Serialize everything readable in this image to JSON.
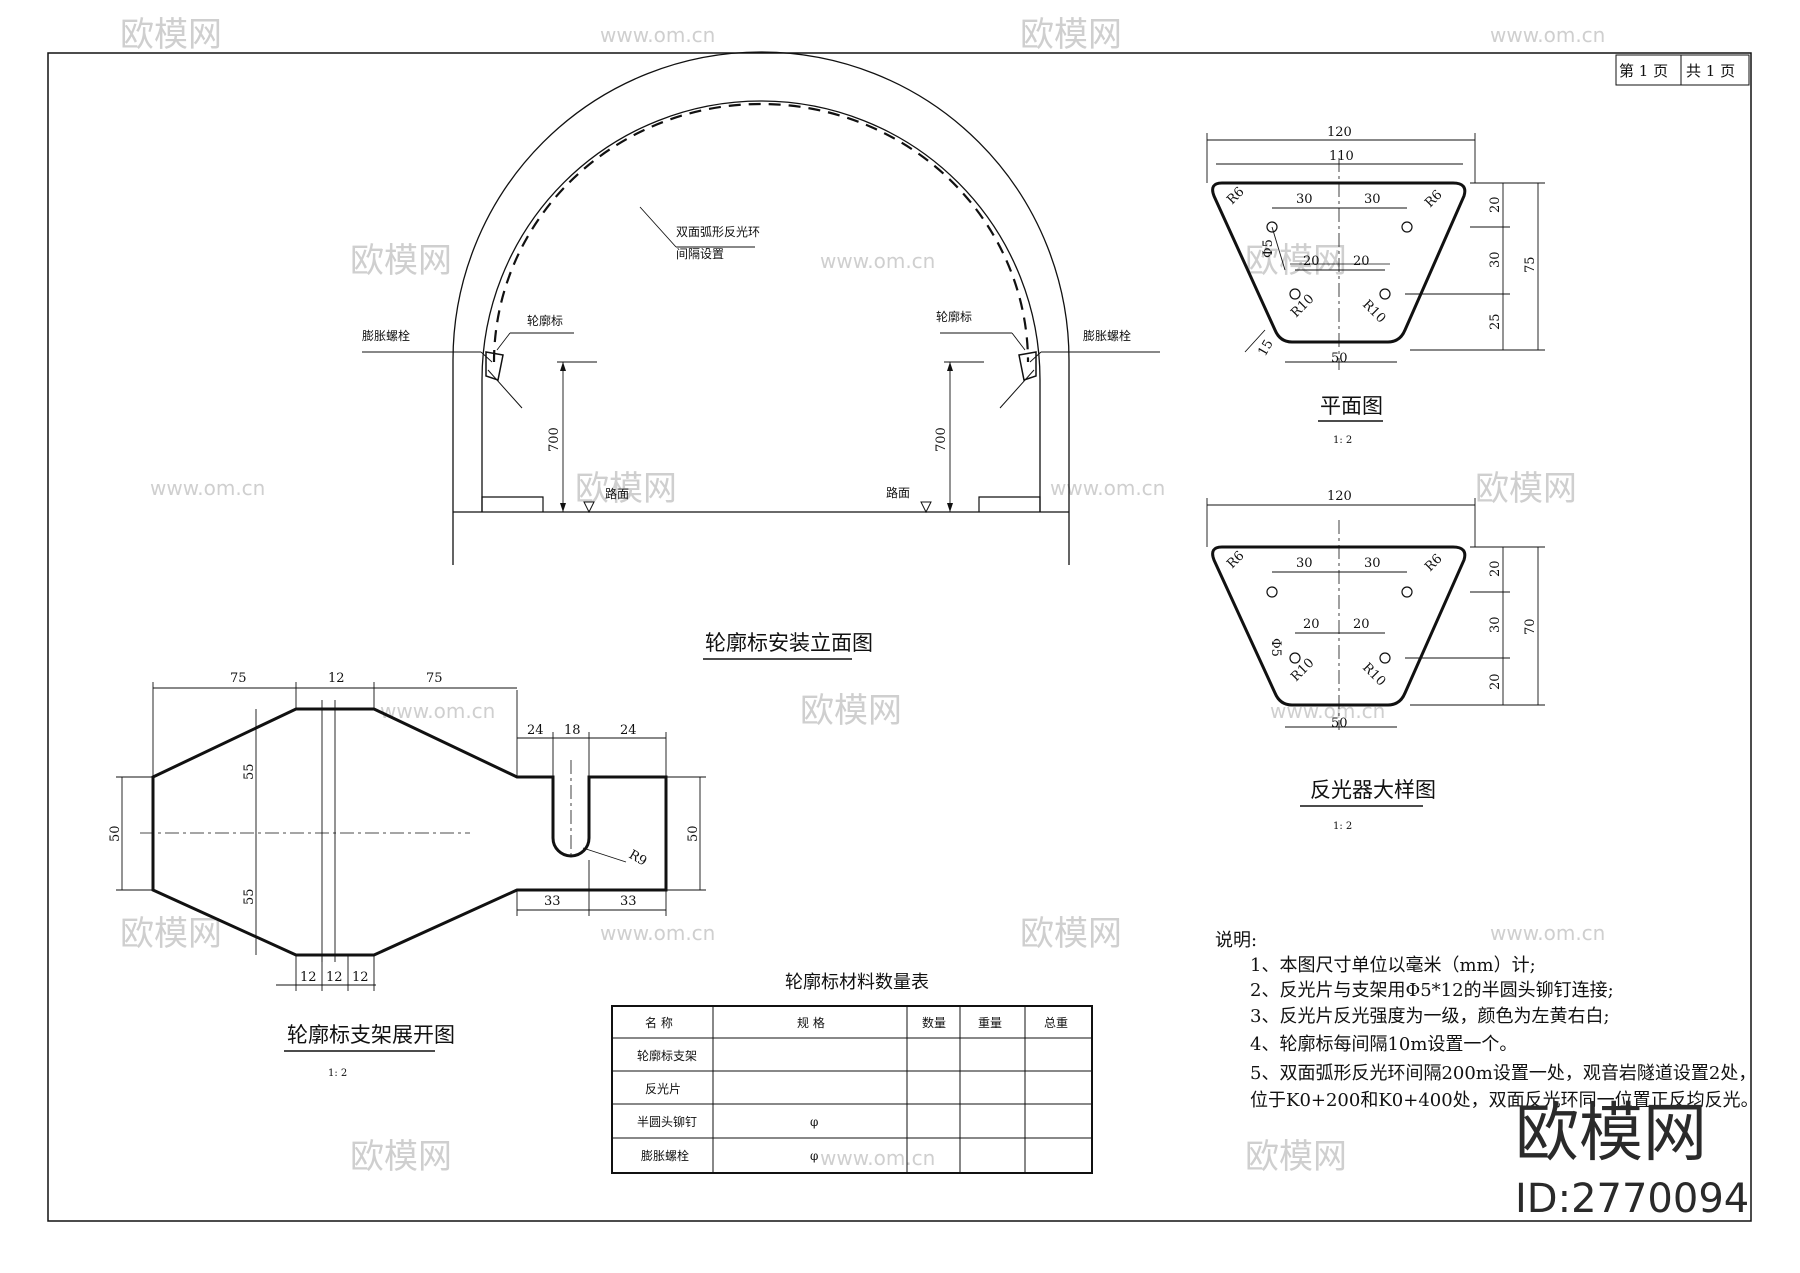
{
  "page": {
    "current": "第 1 页",
    "total": "共 1 页"
  },
  "elevation": {
    "title": "轮廓标安装立面图",
    "ring_label_1": "双面弧形反光环",
    "ring_label_2": "间隔设置",
    "marker_label": "轮廓标",
    "bolt_label": "膨胀螺栓",
    "road_label": "路面",
    "height": "700"
  },
  "plan": {
    "title": "平面图",
    "scale": "1: 2",
    "dims": {
      "top_outer": "120",
      "top_inner": "110",
      "half": "30",
      "inner": "20",
      "bottom": "50",
      "h1": "20",
      "h2": "30",
      "h3": "25",
      "h_total": "75",
      "r6": "R6",
      "r10": "R10",
      "phi5": "Φ5",
      "fifteen": "15"
    }
  },
  "reflector": {
    "title": "反光器大样图",
    "scale": "1: 2",
    "dims": {
      "top": "120",
      "half": "30",
      "inner": "20",
      "bottom": "50",
      "h1": "20",
      "h2": "30",
      "h3": "20",
      "h_total": "70",
      "r6": "R6",
      "r10": "R10",
      "phi5": "Φ5"
    }
  },
  "bracket": {
    "title": "轮廓标支架展开图",
    "scale": "1: 2",
    "dims": {
      "left": "75",
      "mid": "12",
      "right": "75",
      "slot_a": "24",
      "slot_w": "18",
      "slot_b": "24",
      "h55": "55",
      "h50": "50",
      "b33": "33",
      "b12": "12",
      "r9": "R9"
    }
  },
  "table": {
    "title": "轮廓标材料数量表",
    "headers": [
      "名 称",
      "规 格",
      "数量",
      "重量",
      "总重"
    ],
    "rows": [
      {
        "name": "轮廓标支架",
        "spec": ""
      },
      {
        "name": "反光片",
        "spec": ""
      },
      {
        "name": "半圆头铆钉",
        "spec": "φ"
      },
      {
        "name": "膨胀螺栓",
        "spec": "φ"
      }
    ]
  },
  "notes": {
    "heading": "说明:",
    "items": [
      "1、本图尺寸单位以毫米（mm）计;",
      "2、反光片与支架用Φ5*12的半圆头铆钉连接;",
      "3、反光片反光强度为一级，颜色为左黄右白;",
      "4、轮廓标每间隔10m设置一个。",
      "5、双面弧形反光环间隔200m设置一处，观音岩隧道设置2处，",
      "位于K0+200和K0+400处，双面反光环同一位置正反均反光。"
    ]
  },
  "watermark": {
    "brand": "欧模网",
    "site": "www.om.cn",
    "id": "ID:2770094"
  }
}
